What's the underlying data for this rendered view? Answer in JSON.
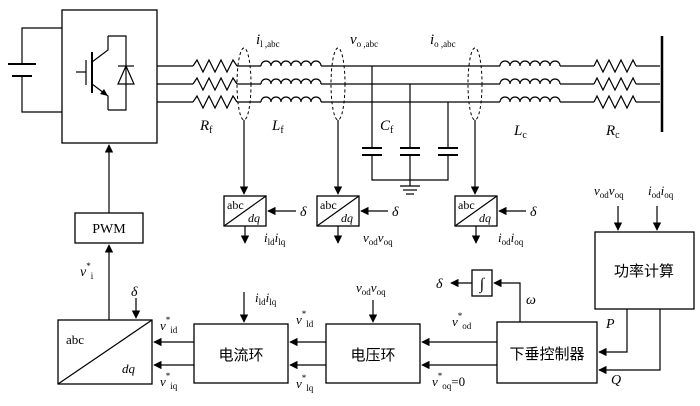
{
  "blocks": {
    "pwm": "PWM",
    "current_loop": "电流环",
    "voltage_loop": "电压环",
    "droop_controller": "下垂控制器",
    "power_calc": "功率计算",
    "park_top": "abc",
    "park_bottom": "dq",
    "integrator": "∫"
  },
  "labels": {
    "rf": "R",
    "rf_sub": "f",
    "lf": "L",
    "lf_sub": "f",
    "cf": "C",
    "cf_sub": "f",
    "lc": "L",
    "lc_sub": "c",
    "rc": "R",
    "rc_sub": "c",
    "il_abc": "i",
    "il_abc_sub": "l ,abc",
    "vo_abc": "v",
    "vo_abc_sub": "o ,abc",
    "io_abc": "i",
    "io_abc_sub": "o ,abc",
    "delta": "δ",
    "omega": "ω",
    "P": "P",
    "Q": "Q",
    "vi_star": "v",
    "vi_star_sup": "*",
    "vi_star_sub": "i",
    "ild_ilq": "i",
    "ild_sub": "ld",
    "ilq": "i",
    "ilq_sub": "lq",
    "vod": "v",
    "vod_sub": "od",
    "voq": "v",
    "voq_sub": "oq",
    "iod": "i",
    "iod_sub": "od",
    "ioq": "i",
    "ioq_sub": "oq",
    "vid_star": "v",
    "vid_star_sub": "id",
    "viq_star": "v",
    "viq_star_sub": "iq",
    "ild_star": "v",
    "ild_star_sub": "ld",
    "ilq_star": "v",
    "ilq_star_sub": "lq",
    "star": "*",
    "vod_star": "v",
    "vod_star_sub": "od",
    "voq_star": "v",
    "voq_star_sub": "oq",
    "voq_star_value": "=0"
  }
}
